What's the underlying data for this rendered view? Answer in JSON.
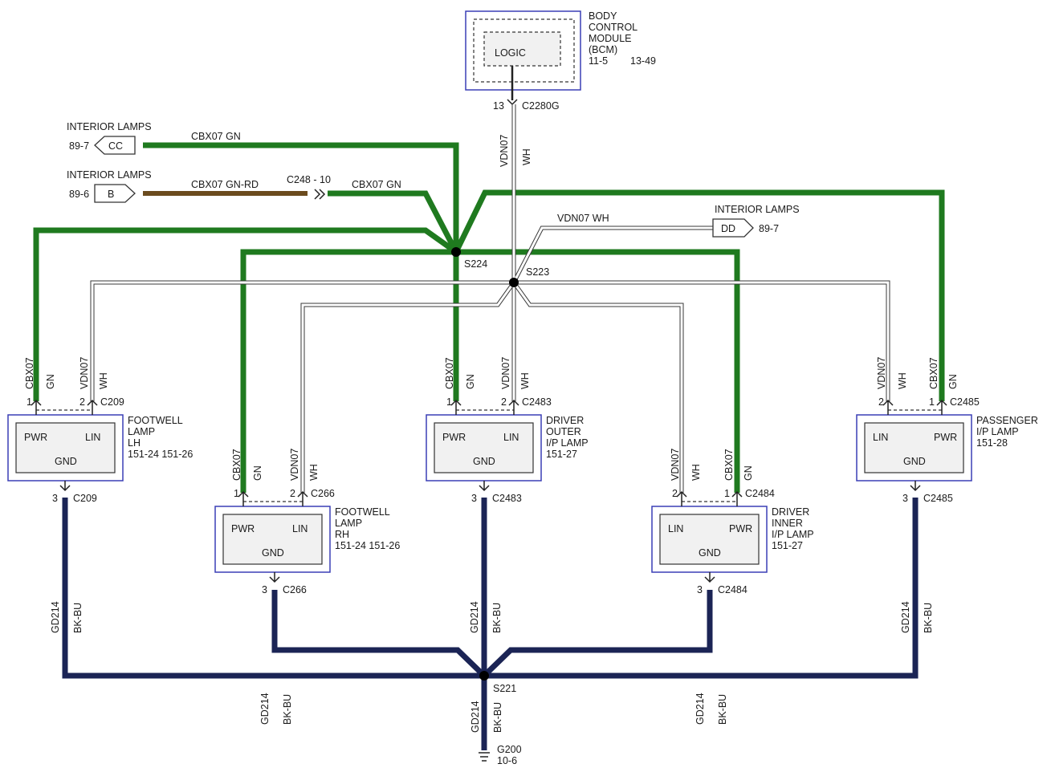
{
  "bcm": {
    "title_lines": [
      "BODY",
      "CONTROL",
      "MODULE",
      "(BCM)"
    ],
    "ref_a": "11-5",
    "ref_b": "13-49",
    "logic_label": "LOGIC",
    "pin": "13",
    "connector": "C2280G"
  },
  "wires": {
    "vdn_trunk_circuit": "VDN07",
    "vdn_trunk_color": "WH",
    "cc_circuit": "CBX07  GN",
    "b_circuit": "CBX07  GN-RD",
    "inline_connector": "C248 - 10",
    "b_after_circuit": "CBX07  GN",
    "dd_circuit": "VDN07  WH"
  },
  "interior_lamps": [
    {
      "title": "INTERIOR LAMPS",
      "ref": "89-7",
      "flag": "CC"
    },
    {
      "title": "INTERIOR LAMPS",
      "ref": "89-6",
      "flag": "B"
    },
    {
      "title": "INTERIOR LAMPS",
      "ref": "89-7",
      "flag": "DD"
    }
  ],
  "splices": {
    "s224": "S224",
    "s223": "S223",
    "s221": "S221"
  },
  "lamps": [
    {
      "name_lines": [
        "FOOTWELL",
        "LAMP",
        "LH"
      ],
      "refs": "151-24  151-26",
      "left_pin_label": "PWR",
      "right_pin_label": "LIN",
      "gnd_label": "GND",
      "left_pin_num": "1",
      "right_pin_num": "2",
      "gnd_pin_num": "3",
      "top_connector": "C209",
      "bottom_connector": "C209",
      "left_wire_circuit": "CBX07",
      "left_wire_color": "GN",
      "right_wire_circuit": "VDN07",
      "right_wire_color": "WH"
    },
    {
      "name_lines": [
        "FOOTWELL",
        "LAMP",
        "RH"
      ],
      "refs": "151-24  151-26",
      "left_pin_label": "PWR",
      "right_pin_label": "LIN",
      "gnd_label": "GND",
      "left_pin_num": "1",
      "right_pin_num": "2",
      "gnd_pin_num": "3",
      "top_connector": "C266",
      "bottom_connector": "C266",
      "left_wire_circuit": "CBX07",
      "left_wire_color": "GN",
      "right_wire_circuit": "VDN07",
      "right_wire_color": "WH"
    },
    {
      "name_lines": [
        "DRIVER",
        "OUTER",
        "I/P LAMP"
      ],
      "refs": "151-27",
      "left_pin_label": "PWR",
      "right_pin_label": "LIN",
      "gnd_label": "GND",
      "left_pin_num": "1",
      "right_pin_num": "2",
      "gnd_pin_num": "3",
      "top_connector": "C2483",
      "bottom_connector": "C2483",
      "left_wire_circuit": "CBX07",
      "left_wire_color": "GN",
      "right_wire_circuit": "VDN07",
      "right_wire_color": "WH"
    },
    {
      "name_lines": [
        "DRIVER",
        "INNER",
        "I/P LAMP"
      ],
      "refs": "151-27",
      "left_pin_label": "LIN",
      "right_pin_label": "PWR",
      "gnd_label": "GND",
      "left_pin_num": "2",
      "right_pin_num": "1",
      "gnd_pin_num": "3",
      "top_connector": "C2484",
      "bottom_connector": "C2484",
      "left_wire_circuit": "VDN07",
      "left_wire_color": "WH",
      "right_wire_circuit": "CBX07",
      "right_wire_color": "GN"
    },
    {
      "name_lines": [
        "PASSENGER",
        "I/P LAMP"
      ],
      "refs": "151-28",
      "left_pin_label": "LIN",
      "right_pin_label": "PWR",
      "gnd_label": "GND",
      "left_pin_num": "2",
      "right_pin_num": "1",
      "gnd_pin_num": "3",
      "top_connector": "C2485",
      "bottom_connector": "C2485",
      "left_wire_circuit": "VDN07",
      "left_wire_color": "WH",
      "right_wire_circuit": "CBX07",
      "right_wire_color": "GN"
    }
  ],
  "ground": {
    "circuit": "GD214",
    "color": "BK-BU",
    "point": "G200",
    "ref": "10-6"
  }
}
